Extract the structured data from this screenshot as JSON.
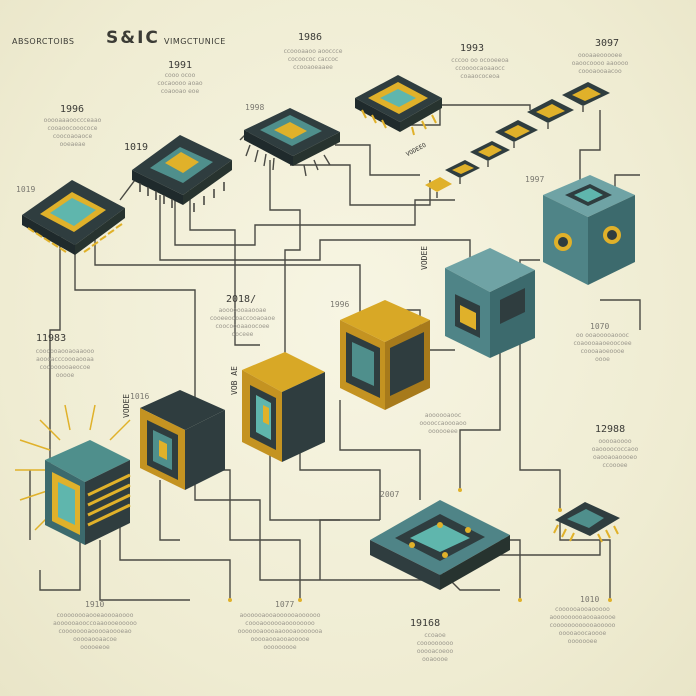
{
  "header": {
    "prefix": "ABSORCTOIBS",
    "title": "S&IC",
    "suffix": "VIMGCTUNICE"
  },
  "years": {
    "y1986_top": "1986",
    "y1991": "1991",
    "y1993": "1993",
    "y3097": "3097",
    "y1996_left": "1996",
    "y1019": "1019",
    "y1998_a": "1998",
    "y1019_b": "1019",
    "y2018": "2018/",
    "y1996_mid": "1996",
    "y11983": "11983",
    "y1016": "1016",
    "y1997": "1997",
    "y12988": "12988",
    "y1910": "1910",
    "y2007": "2007",
    "y1077": "1077",
    "y19168": "19168",
    "y1070": "1070",
    "y1010": "1010"
  },
  "labels": {
    "vodee_right": "VODEE",
    "vodee_left": "VODEE",
    "vob_ae": "VOB AE",
    "vodeeo_top": "VODEEO"
  },
  "captions": {
    "c_top_center": [
      "ccoooaaoo aooccce",
      "cocoococ caccoc",
      "ccooaoeaaee"
    ],
    "c_top_right1": [
      "cccoo oo ocooeeoa",
      "ccoooocaoaaocc",
      "coaaococeoa"
    ],
    "c_top_right2": [
      "oooaaeooooee",
      "oaoocoooo aaoooo",
      "coooaooaacoo"
    ],
    "c_1991": [
      "cooo ocoo",
      "cocaoooo aoao",
      "coaooao eoe"
    ],
    "c_1986_left": [
      "ooooaaaooccceaao",
      "cooaoocooococe",
      "coocoaoaoce",
      "ooeaeae"
    ],
    "c_2018": [
      "aooooooaaooae",
      "cooeeoooaccooaoaoe",
      "coocoooaaoocoee",
      "ooceee"
    ],
    "c_11983": [
      "coooooaooaoaaooo",
      "aoooacccoooaooaa",
      "coooooooaeocoe",
      "ooooe"
    ],
    "c_right_mid": [
      "oo ooaooooaoooc",
      "coaoooaaoeoocoee",
      "coooaaoeoooe",
      "oooe"
    ],
    "c_center_mid": [
      "aoooooaooc",
      "ooooccaoooaoo",
      "oooooeee"
    ],
    "c_12988": [
      "ooooaoooo",
      "oaoooococcaoo",
      "oaooaoaoooeo",
      "ccoooee"
    ],
    "c_bottom1": [
      "coooooooaooeaoooaoooo",
      "aoooooaooccoaaoooeooooo",
      "coooooooaooooaoooeao",
      "ooooaooaacoe",
      "ooooeeoe"
    ],
    "c_bottom2": [
      "aoooooaooaoooooaoooooo",
      "coooaoooooaoooooooo",
      "ooooooaoooaaoooaooooooa",
      "ooooaooaooaooooe",
      "ooooooooe"
    ],
    "c_bottom3": [
      "ccoaoe",
      "cooooooooo",
      "ooooacoeoo",
      "ooaoooe"
    ],
    "c_bottom4": [
      "coooooaooaooooo",
      "aooooooooaooaaoooe",
      "coooooooooooaooooo",
      "ooooaoocaoooe",
      "ooooooee"
    ]
  },
  "colors": {
    "background": "#f1eed6",
    "chip_teal": "#4f8f8c",
    "chip_dark": "#2f3d3f",
    "chip_gold": "#e0b12a",
    "chip_screen": "#5fb6ad",
    "wire": "#4a4a44"
  }
}
